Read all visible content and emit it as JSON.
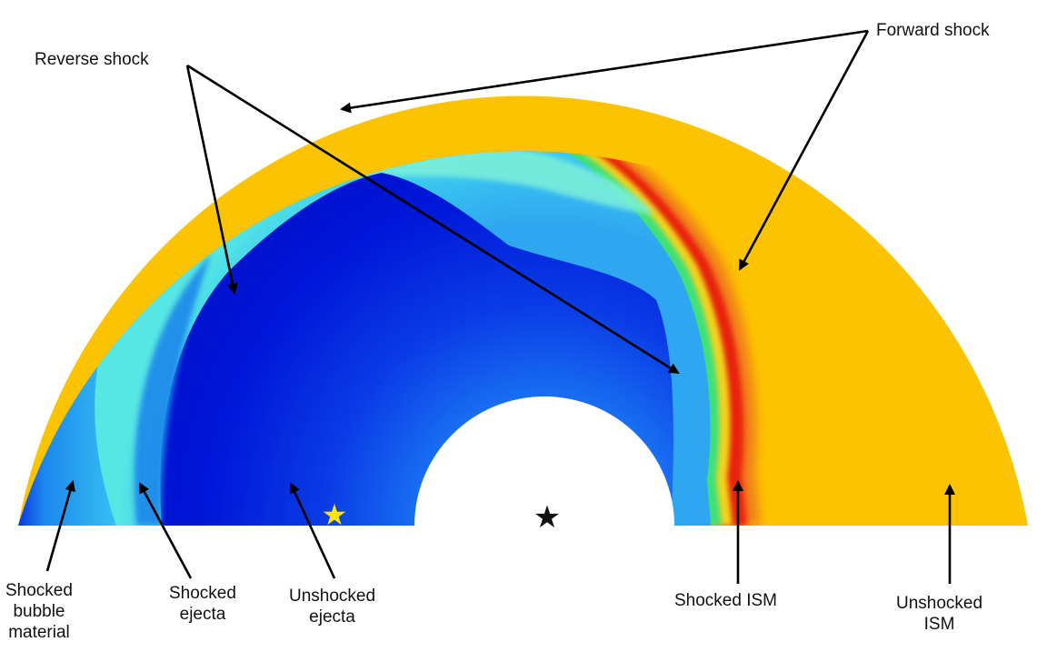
{
  "colors": {
    "ism": "#fcc400",
    "background": "#ffffff",
    "arrow": "#000000",
    "cavity_star": "#111111",
    "marker_star": "#ffe600",
    "ejecta_deep": "#0016d8",
    "shock_red": "#e8200c"
  },
  "markers": {
    "center_star_icon": "black-star-icon",
    "position_star_icon": "yellow-star-icon"
  },
  "labels": {
    "reverse_shock": "Reverse shock",
    "forward_shock": "Forward shock",
    "shocked_bubble": [
      "Shocked",
      "bubble",
      "material"
    ],
    "shocked_ejecta": [
      "Shocked",
      "ejecta"
    ],
    "unshocked_ejecta": [
      "Unshocked",
      "ejecta"
    ],
    "shocked_ism": "Shocked ISM",
    "unshocked_ism": [
      "Unshocked",
      "ISM"
    ]
  }
}
